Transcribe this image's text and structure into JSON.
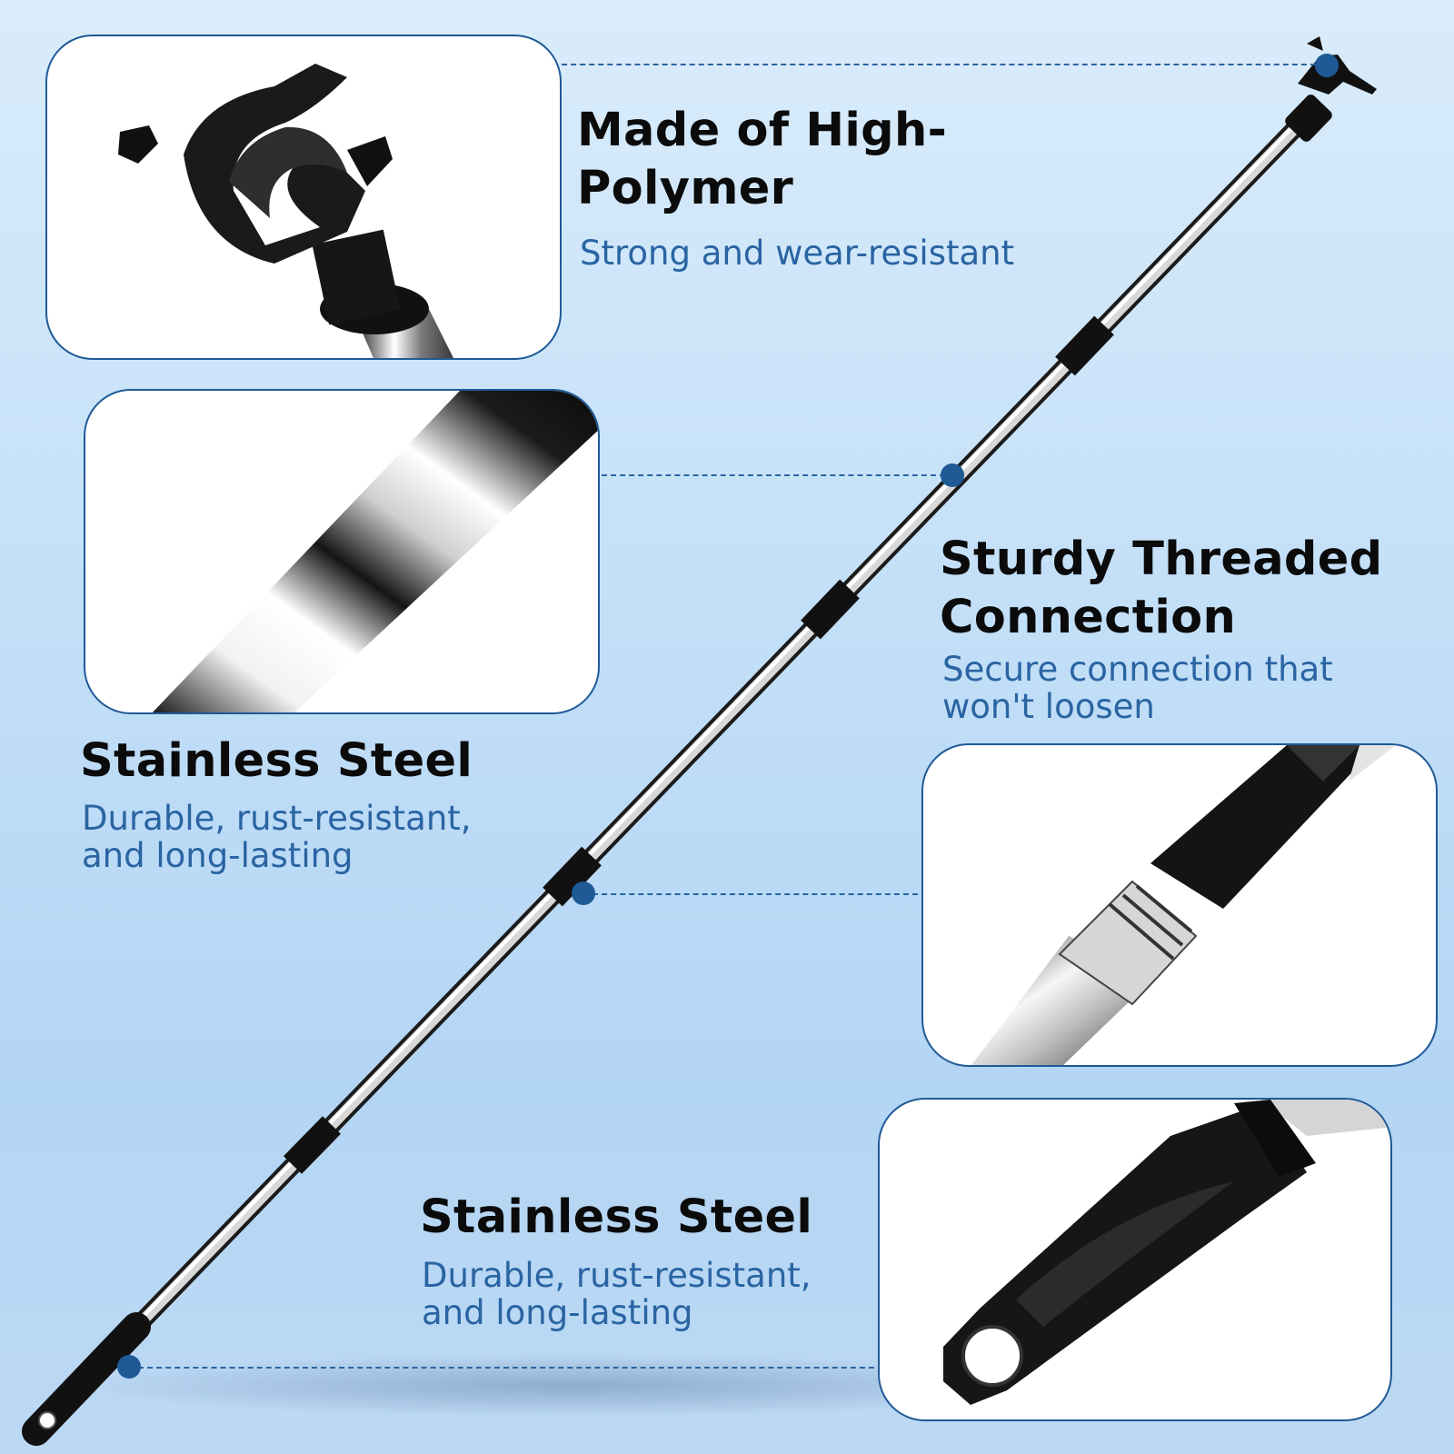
{
  "features": [
    {
      "title_line1": "Made of High-",
      "title_line2": "Polymer",
      "subtitle_line1": "Strong and wear-resistant",
      "subtitle_line2": ""
    },
    {
      "title_line1": "Stainless Steel",
      "subtitle_line1": "Durable, rust-resistant,",
      "subtitle_line2": "and long-lasting"
    },
    {
      "title_line1": "Sturdy Threaded",
      "title_line2": "Connection",
      "subtitle_line1": "Secure connection that",
      "subtitle_line2": "won't loosen"
    },
    {
      "title_line1": "Stainless Steel",
      "subtitle_line1": "Durable, rust-resistant,",
      "subtitle_line2": "and long-lasting"
    }
  ],
  "colors": {
    "accent": "#1f5a96",
    "subtitle": "#2a64a2",
    "heading": "#0b0b0b",
    "background": "#c4e0f8"
  }
}
